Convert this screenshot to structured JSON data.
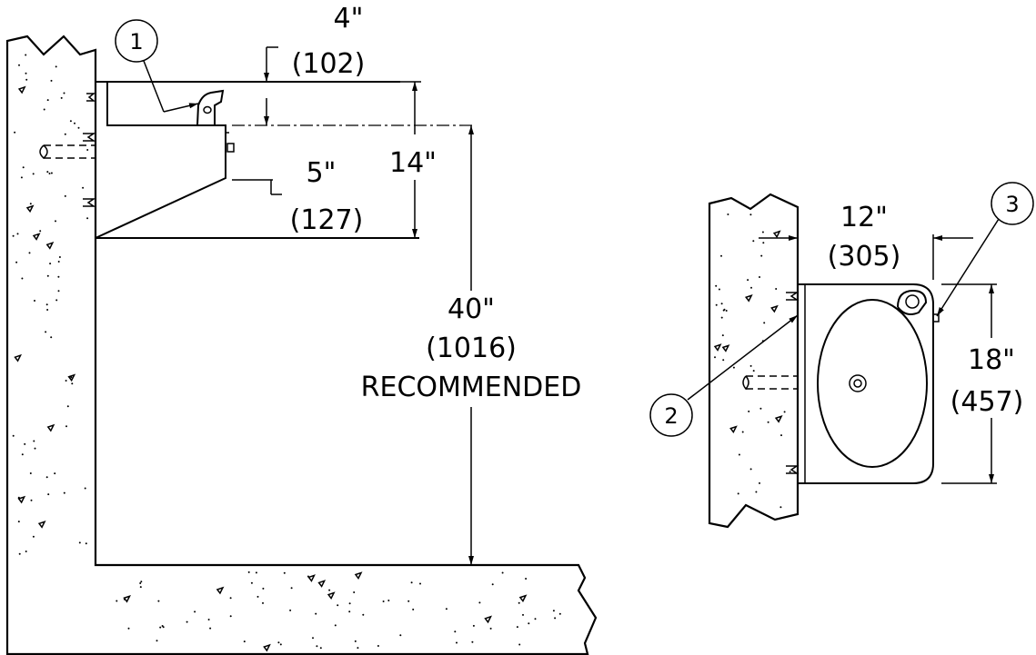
{
  "side_view": {
    "dim_overhang": {
      "imperial": "4\"",
      "metric": "(102)"
    },
    "dim_height": {
      "imperial": "14\""
    },
    "dim_knee": {
      "imperial": "5\"",
      "metric": "(127)"
    },
    "dim_rim": {
      "imperial": "40\"",
      "metric": "(1016)",
      "note": "RECOMMENDED"
    },
    "balloon_1": "1"
  },
  "plan_view": {
    "dim_depth": {
      "imperial": "12\"",
      "metric": "(305)"
    },
    "dim_width": {
      "imperial": "18\"",
      "metric": "(457)"
    },
    "balloon_2": "2",
    "balloon_3": "3"
  }
}
